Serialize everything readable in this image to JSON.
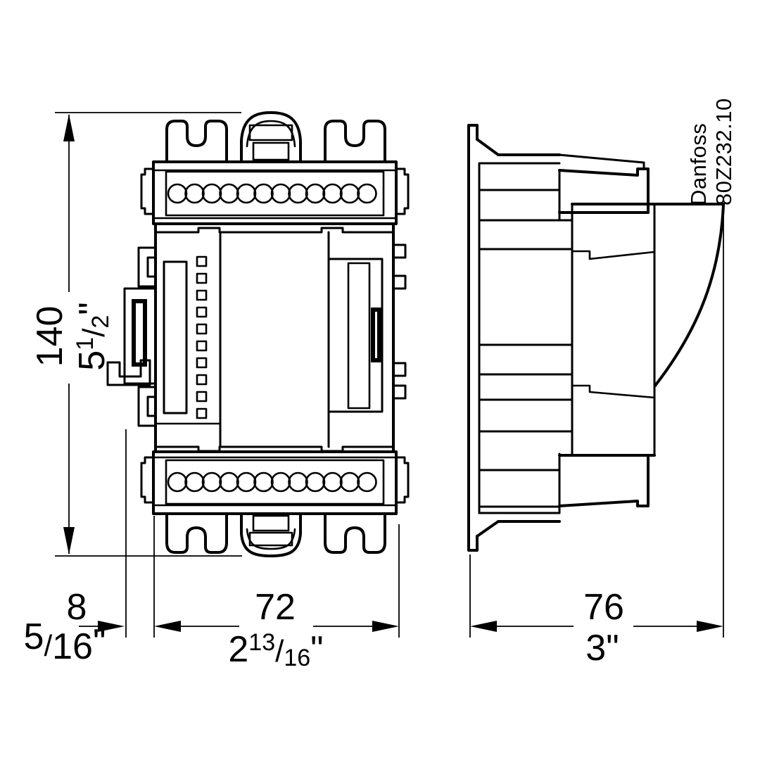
{
  "drawing": {
    "brand": "Danfoss",
    "part_number": "80Z232.10",
    "dimensions": {
      "height": {
        "mm": "140",
        "inch_whole": "5",
        "inch_num": "1",
        "frac_sep": "/",
        "inch_den": "2",
        "inch_mark": "\""
      },
      "din_offset": {
        "mm": "8",
        "inch_num": "5",
        "frac_sep": "/",
        "inch_den": "16",
        "inch_mark": "\""
      },
      "width": {
        "mm": "72",
        "inch_whole": "2",
        "inch_num": "13",
        "frac_sep": "/",
        "inch_den": "16",
        "inch_mark": "\""
      },
      "depth": {
        "mm": "76",
        "inch": "3\""
      }
    },
    "features": {
      "top_terminal_screws": 12,
      "bottom_terminal_screws": 12,
      "led_windows": 10
    }
  }
}
